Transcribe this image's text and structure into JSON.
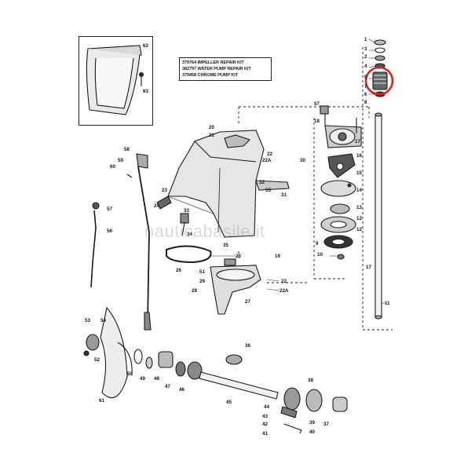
{
  "kit_list": [
    "379764 IMPELLER REPAIR KIT",
    "382797 WATER PUMP REPAIR KIT",
    "379458 CHROME PUMP KIT"
  ],
  "watermark": "nauticabasile.it",
  "highlight_color": "#e02020",
  "parts": [
    {
      "id": "p62",
      "num": "62"
    },
    {
      "id": "p63",
      "num": "63"
    },
    {
      "id": "p1",
      "num": "1"
    },
    {
      "id": "p3",
      "num": "3"
    },
    {
      "id": "p2",
      "num": "2"
    },
    {
      "id": "p4",
      "num": "4"
    },
    {
      "id": "p5",
      "num": "5"
    },
    {
      "id": "p6",
      "num": "6"
    },
    {
      "id": "p7",
      "num": "7"
    },
    {
      "id": "p8",
      "num": "8"
    },
    {
      "id": "p57",
      "num": "57"
    },
    {
      "id": "p18",
      "num": "18"
    },
    {
      "id": "p17",
      "num": "17"
    },
    {
      "id": "p16",
      "num": "16"
    },
    {
      "id": "p15",
      "num": "15"
    },
    {
      "id": "p14",
      "num": "14"
    },
    {
      "id": "p13",
      "num": "13"
    },
    {
      "id": "p12",
      "num": "12"
    },
    {
      "id": "p9",
      "num": "9"
    },
    {
      "id": "p10",
      "num": "10"
    },
    {
      "id": "p11",
      "num": "11"
    },
    {
      "id": "p20",
      "num": "20"
    },
    {
      "id": "p21",
      "num": "21"
    },
    {
      "id": "p22",
      "num": "22"
    },
    {
      "id": "p22a",
      "num": "22A"
    },
    {
      "id": "p30",
      "num": "30"
    },
    {
      "id": "p32",
      "num": "32"
    },
    {
      "id": "p55",
      "num": "55"
    },
    {
      "id": "p31",
      "num": "31"
    },
    {
      "id": "p58",
      "num": "58"
    },
    {
      "id": "p59",
      "num": "59"
    },
    {
      "id": "p60",
      "num": "60"
    },
    {
      "id": "p57b",
      "num": "57"
    },
    {
      "id": "p56",
      "num": "56"
    },
    {
      "id": "p23",
      "num": "23"
    },
    {
      "id": "p24",
      "num": "24"
    },
    {
      "id": "p33",
      "num": "33"
    },
    {
      "id": "p34",
      "num": "34"
    },
    {
      "id": "p35",
      "num": "35"
    },
    {
      "id": "p25",
      "num": "25"
    },
    {
      "id": "p19",
      "num": "19"
    },
    {
      "id": "p26",
      "num": "26"
    },
    {
      "id": "p51",
      "num": "51"
    },
    {
      "id": "p29",
      "num": "29"
    },
    {
      "id": "p28",
      "num": "28"
    },
    {
      "id": "p27",
      "num": "27"
    },
    {
      "id": "p22b",
      "num": "22"
    },
    {
      "id": "p22c",
      "num": "22A"
    },
    {
      "id": "p53",
      "num": "53"
    },
    {
      "id": "p54",
      "num": "54"
    },
    {
      "id": "p52",
      "num": "52"
    },
    {
      "id": "p61",
      "num": "61"
    },
    {
      "id": "p50",
      "num": "50"
    },
    {
      "id": "p49",
      "num": "49"
    },
    {
      "id": "p48",
      "num": "48"
    },
    {
      "id": "p47",
      "num": "47"
    },
    {
      "id": "p46",
      "num": "46"
    },
    {
      "id": "p45",
      "num": "45"
    },
    {
      "id": "p36",
      "num": "36"
    },
    {
      "id": "p44",
      "num": "44"
    },
    {
      "id": "p43",
      "num": "43"
    },
    {
      "id": "p42",
      "num": "42"
    },
    {
      "id": "p41",
      "num": "41"
    },
    {
      "id": "p40",
      "num": "40"
    },
    {
      "id": "p39",
      "num": "39"
    },
    {
      "id": "p38",
      "num": "38"
    },
    {
      "id": "p37",
      "num": "37"
    },
    {
      "id": "p17b",
      "num": "17"
    },
    {
      "id": "p12b",
      "num": "12"
    }
  ]
}
